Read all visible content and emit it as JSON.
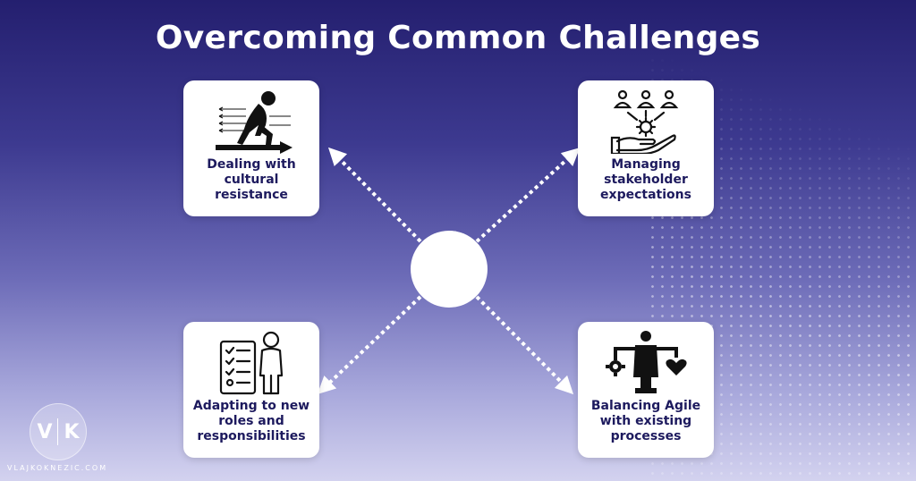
{
  "title": "Overcoming Common Challenges",
  "cards": [
    {
      "icon": "resistance-figure-icon",
      "label": "Dealing with cultural resistance"
    },
    {
      "icon": "stakeholders-icon",
      "label": "Managing stakeholder expectations"
    },
    {
      "icon": "checklist-person-icon",
      "label": "Adapting to new roles and responsibilities"
    },
    {
      "icon": "balance-scale-icon",
      "label": "Balancing Agile with existing processes"
    }
  ],
  "branding": {
    "logo_left": "V",
    "logo_right": "K",
    "site": "VLAJKOKNEZIC.COM"
  }
}
